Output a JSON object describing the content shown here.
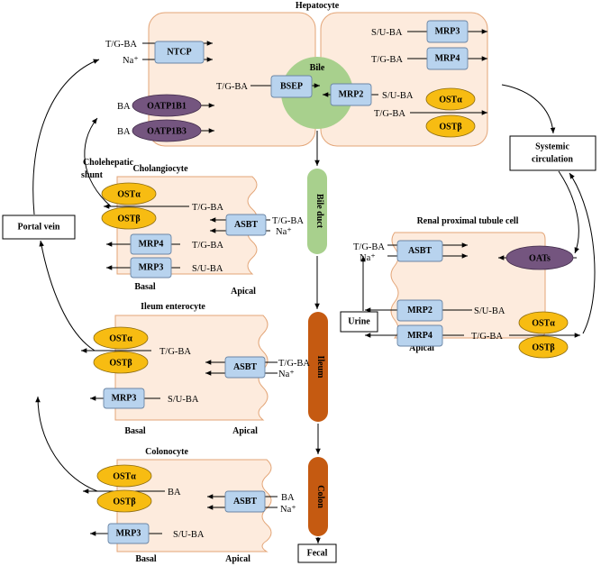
{
  "titles": {
    "hepatocyte": "Hepatocyte",
    "cholangiocyte": "Cholangiocyte",
    "ileum_enterocyte": "Ileum enterocyte",
    "colonocyte": "Colonocyte",
    "renal": "Renal proximal tubule cell",
    "cholehepatic": "Cholehepatic",
    "shunt": "shunt"
  },
  "boxes": {
    "portal_vein": "Portal vein",
    "systemic_1": "Systemic",
    "systemic_2": "circulation",
    "urine": "Urine",
    "fecal": "Fecal"
  },
  "organs": {
    "bile": "Bile",
    "bile_duct": "Bile duct",
    "ileum": "Ileum",
    "colon": "Colon"
  },
  "sides": {
    "basal": "Basal",
    "apical": "Apical"
  },
  "transporters": {
    "ntcp": "NTCP",
    "oatp1b1": "OATP1B1",
    "oatp1b3": "OATP1B3",
    "bsep": "BSEP",
    "mrp2": "MRP2",
    "mrp3": "MRP3",
    "mrp4": "MRP4",
    "osta": "OSTα",
    "ostb": "OSTβ",
    "asbt": "ASBT",
    "oats": "OATs"
  },
  "substrates": {
    "tg_ba": "T/G-BA",
    "su_ba": "S/U-BA",
    "ba": "BA",
    "na": "Na⁺"
  },
  "colors": {
    "cell_fill": "#fdebdd",
    "cell_border": "#e3a577",
    "transporter_blue": "#b8d3ee",
    "ost_yellow": "#f7bc12",
    "oatp_purple": "#74557f",
    "bile_green": "#a8d08d",
    "ileum_brown": "#c55a11"
  }
}
